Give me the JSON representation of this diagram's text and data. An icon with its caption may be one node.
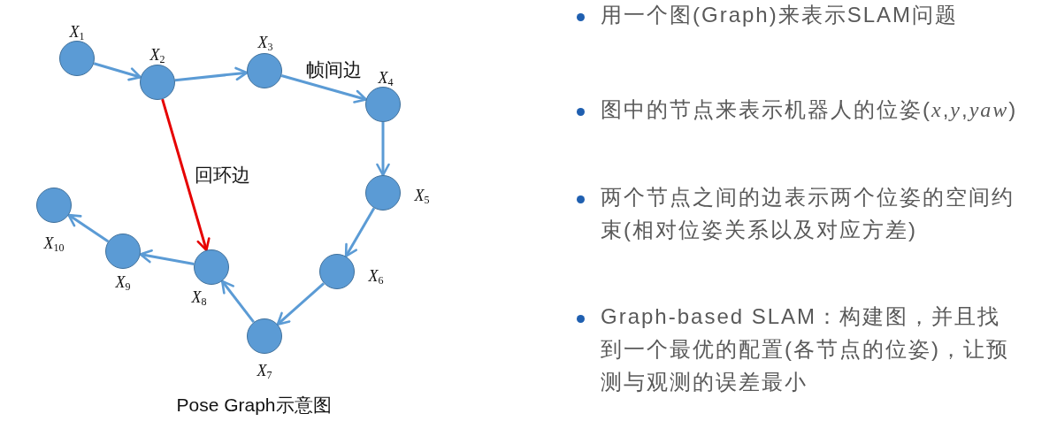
{
  "diagram": {
    "caption": "Pose Graph示意图",
    "nodes": [
      {
        "text": [],
        "shape": "circle",
        "beside": [
          "X$_{1}$"
        ]
      },
      {
        "text": [],
        "shape": "circle",
        "beside": [
          "X$_{2}$"
        ]
      },
      {
        "text": [],
        "shape": "circle",
        "beside": [
          "X$_{3}$"
        ]
      },
      {
        "text": [],
        "shape": "circle",
        "beside": [
          "X$_{4}$"
        ]
      },
      {
        "text": [],
        "shape": "circle",
        "beside": [
          "X$_{5}$"
        ]
      },
      {
        "text": [],
        "shape": "circle",
        "beside": [
          "X$_{6}$"
        ]
      },
      {
        "text": [],
        "shape": "circle",
        "beside": [
          "X$_{7}$"
        ]
      },
      {
        "text": [],
        "shape": "circle",
        "beside": [
          "X$_{8}$"
        ]
      },
      {
        "text": [],
        "shape": "circle",
        "beside": [
          "X$_{9}$"
        ]
      },
      {
        "text": [],
        "shape": "circle",
        "beside": [
          "X$_{10}$"
        ]
      }
    ],
    "edges": [
      {
        "from": 0,
        "to": 1,
        "arrow": "to"
      },
      {
        "from": 1,
        "to": 2,
        "arrow": "to"
      },
      {
        "from": 2,
        "to": 3,
        "arrow": "to",
        "label": "帧间边"
      },
      {
        "from": 3,
        "to": 4,
        "arrow": "to"
      },
      {
        "from": 4,
        "to": 5,
        "arrow": "to"
      },
      {
        "from": 5,
        "to": 6,
        "arrow": "to"
      },
      {
        "from": 6,
        "to": 7,
        "arrow": "to"
      },
      {
        "from": 7,
        "to": 8,
        "arrow": "to"
      },
      {
        "from": 8,
        "to": 9,
        "arrow": "to"
      },
      {
        "from": 1,
        "to": 7,
        "arrow": "to",
        "label": "回环边",
        "color": "#e60000"
      }
    ],
    "labels": [
      "用一个图(Graph)来表示SLAM问题",
      "图中的节点来表示机器人的位姿(*x*,*y*,*yaw*)",
      "两个节点之间的边表示两个位姿的空间约束(相对位姿关系以及对应方差)",
      "Graph-based SLAM：构建图，并且找到一个最优的配置(各节点的位姿)，让预测与观测的误差最小"
    ]
  }
}
